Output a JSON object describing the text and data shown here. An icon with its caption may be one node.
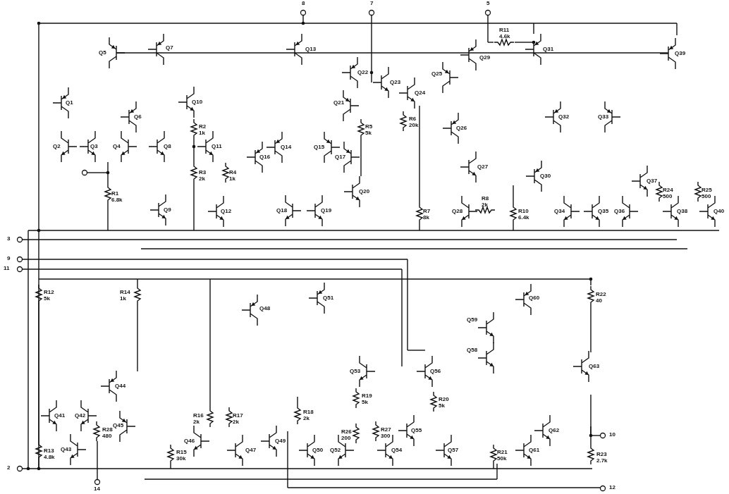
{
  "diagram": {
    "labels": [
      "8",
      "7",
      "5",
      "R11 4.6k",
      "Q7",
      "Q13",
      "Q31",
      "Q5",
      "Q29",
      "Q39",
      "Q22",
      "Q25",
      "Q23",
      "Q24",
      "Q1",
      "Q10",
      "Q21",
      "Q6",
      "Q32",
      "Q33",
      "R6 20k",
      "Q26",
      "R2 1k",
      "R5 5k",
      "Q2",
      "Q3",
      "Q4",
      "Q8",
      "Q11",
      "Q14",
      "Q15",
      "Q16",
      "Q17",
      "Q27",
      "R3 2k",
      "R4 1k",
      "Q30",
      "Q37",
      "R24 500",
      "R25 500",
      "Q20",
      "R1 6.8k",
      "R8 2k",
      "Q9",
      "Q12",
      "Q18",
      "Q19",
      "Q28",
      "Q34",
      "Q35",
      "Q36",
      "Q38",
      "Q40",
      "R7 8k",
      "R10 6.4k",
      "3",
      "9",
      "11",
      "R12 5k",
      "R14 1k",
      "Q51",
      "Q60",
      "R22 40",
      "Q48",
      "Q59",
      "Q58",
      "Q53",
      "Q56",
      "Q63",
      "Q44",
      "R19 5k",
      "R20 5k",
      "R16 2k",
      "R17 2k",
      "R18 2k",
      "Q41",
      "Q42",
      "Q45",
      "R28 480",
      "R26 200",
      "R27 300",
      "Q55",
      "Q62",
      "10",
      "Q46",
      "Q49",
      "Q43",
      "R13 4.8k",
      "R15 30k",
      "Q47",
      "Q50",
      "Q52",
      "Q54",
      "Q57",
      "Q61",
      "R21 50k",
      "R23 2.7k",
      "2",
      "14",
      "12"
    ]
  }
}
